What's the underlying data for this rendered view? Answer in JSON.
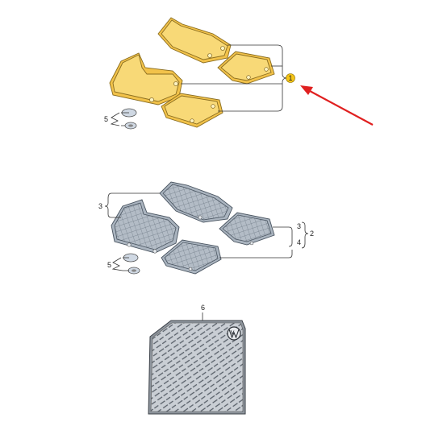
{
  "callouts": {
    "c1": "1",
    "c2": "2",
    "c3a": "3",
    "c3b": "3",
    "c4": "4",
    "c5a": "5",
    "c5b": "5",
    "c6": "6"
  },
  "colors": {
    "highlight_arrow": "#e02020",
    "yellow_mat": "#f2c24a",
    "grey_mat": "#aab4bf",
    "highlight_dot": "#f5c518"
  },
  "icons": {
    "logo": "vw-logo-icon",
    "arrow": "red-pointer-arrow-icon"
  }
}
